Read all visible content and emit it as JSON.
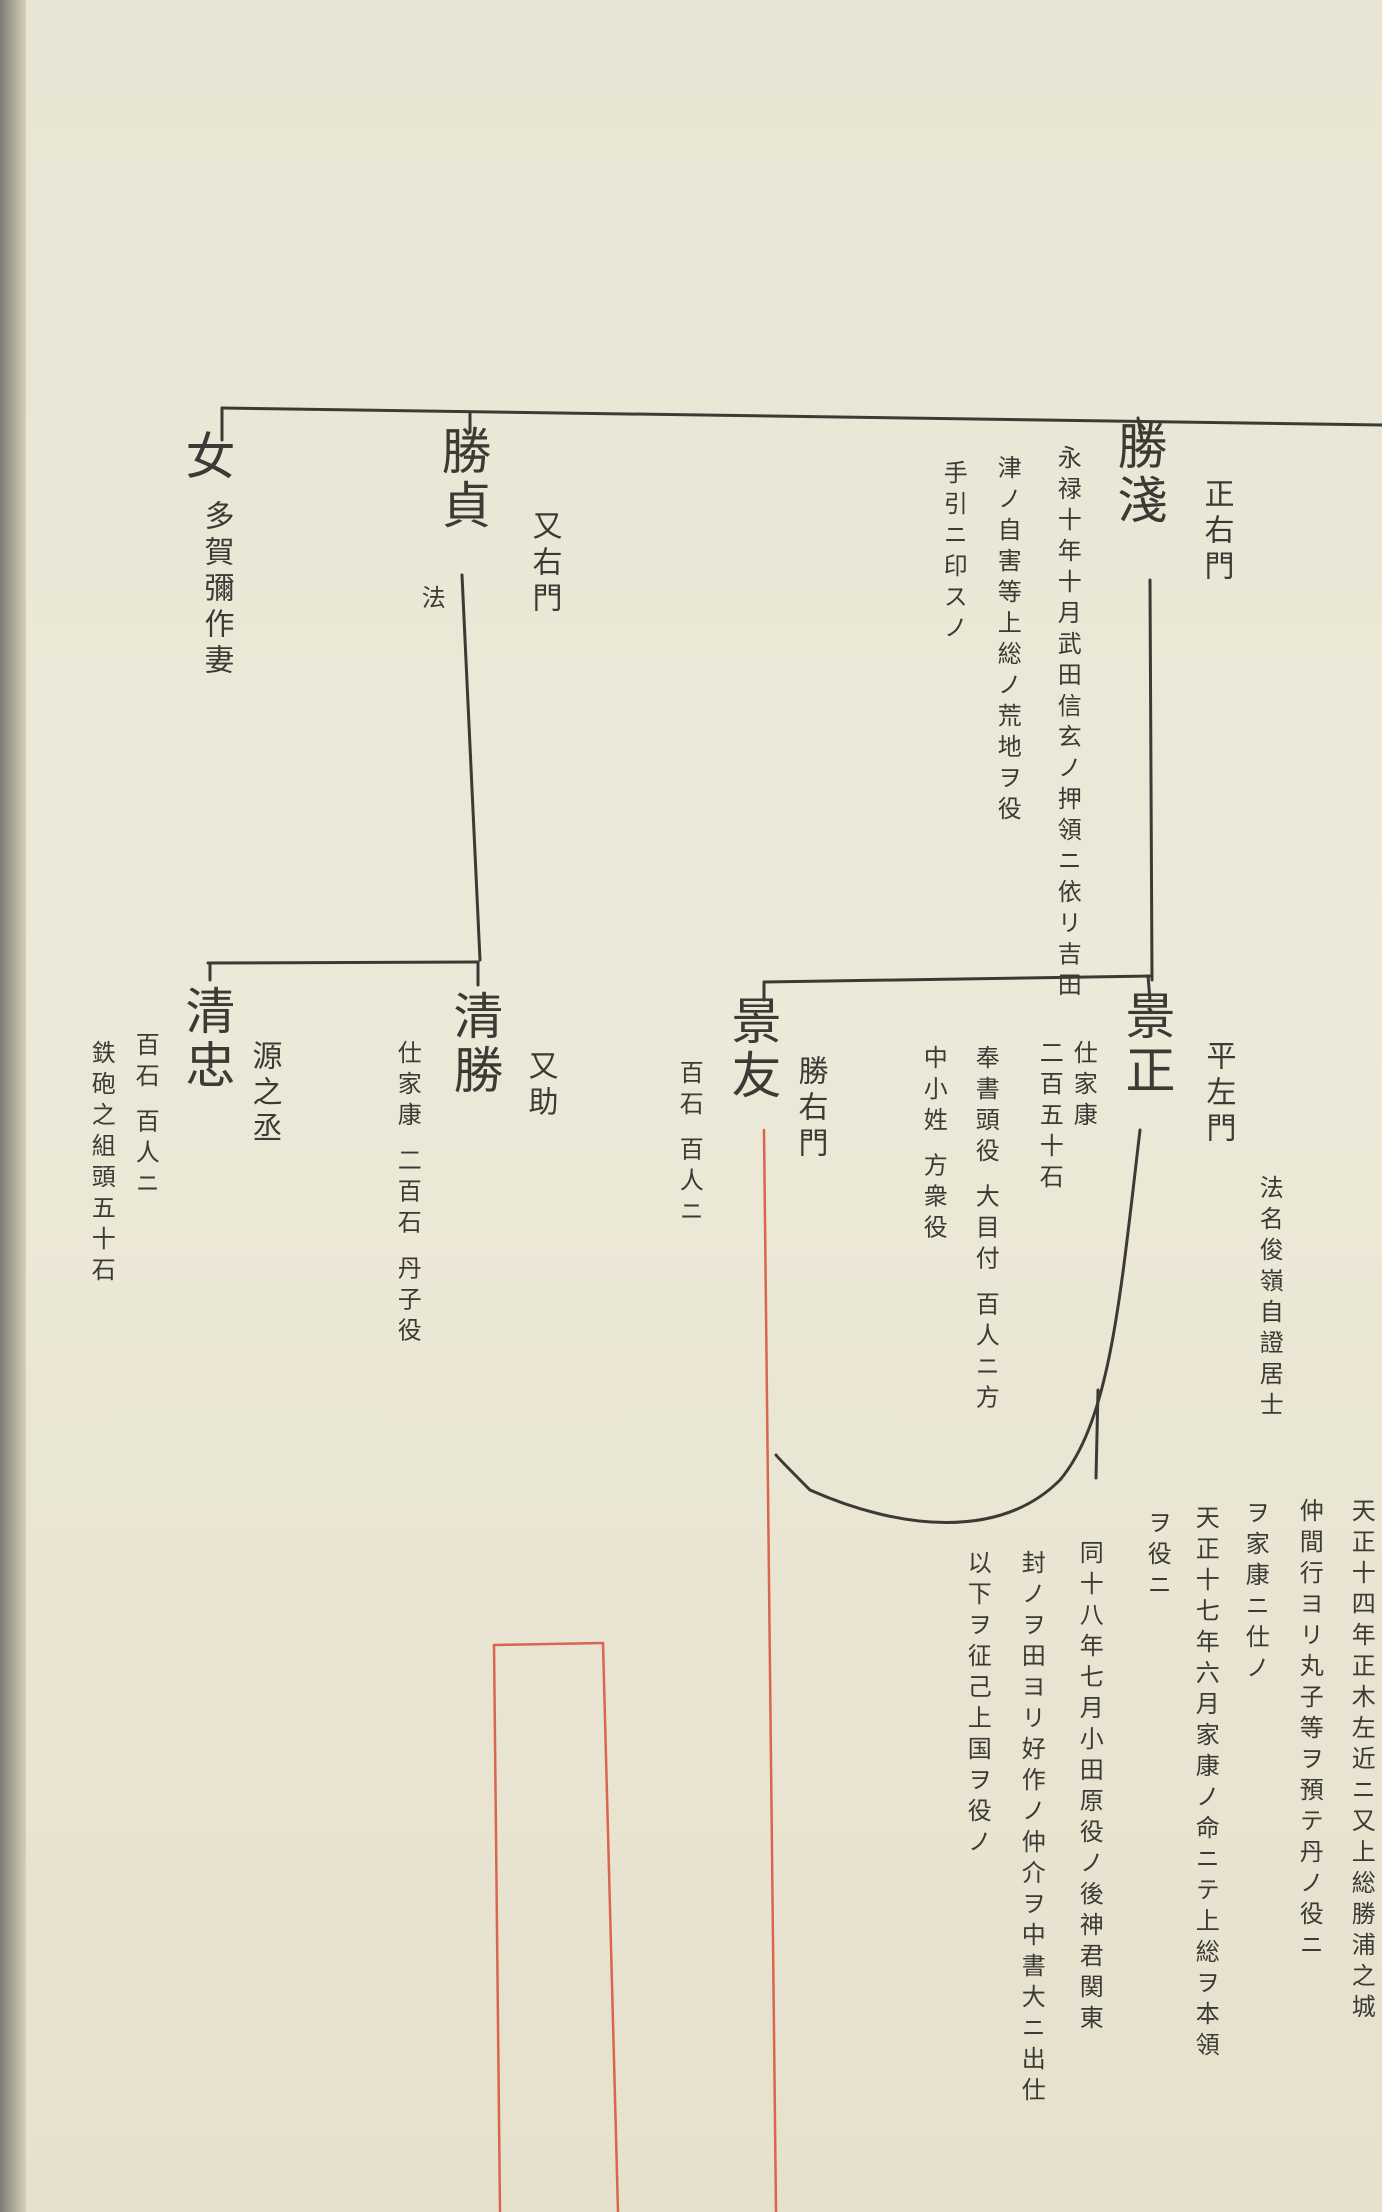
{
  "document": {
    "ink_color": "#3b3a34",
    "red_ink_color": "#d9664f",
    "paper_color": "#ece8d6"
  },
  "names": {
    "daughter": "女",
    "katsusada": "勝貞",
    "katsutoshi": "勝淺",
    "kiyotada": "清忠",
    "kiyokatsu": "清勝",
    "kagetomo": "景友",
    "kagemasa": "景正"
  },
  "notes": {
    "daughter_note": "多賀彌作妻",
    "katsusada_alias": "又右門",
    "katsusada_note": "法",
    "katsutoshi_alias": "正右門",
    "katsutoshi_col1": "永禄十年十月武田信玄ノ押領ニ依リ吉田",
    "katsutoshi_col2": "津ノ自害等上総ノ荒地ヲ役",
    "katsutoshi_col3": "手引ニ印スノ",
    "kiyotada_alias": "源之丞",
    "kiyotada_col1": "百石 百人ニ",
    "kiyotada_col2": "鉄砲之組頭五十石",
    "kiyokatsu_alias": "又助",
    "kiyokatsu_col1": "仕家康 二百石 丹子役",
    "kagetomo_alias": "勝右門",
    "kagetomo_col1": "百石 百人ニ",
    "kagemasa_alias": "平左門",
    "kagemasa_col1": "仕家康",
    "kagemasa_col2": "二百五十石",
    "kagemasa_col3": "奉書頭役 大目付 百人ニ方",
    "kagemasa_col4": "中小姓 方衆役",
    "kagemasa_side": "法名俊嶺自證居士",
    "bottom_col1": "天正十四年正木左近ニ又上総勝浦之城",
    "bottom_col2": "仲間行ヨリ丸子等ヲ預テ丹ノ役ニ",
    "bottom_col3": "ヲ家康ニ仕ノ",
    "bottom_col4": "天正十七年六月家康ノ命ニテ上総ヲ本領",
    "bottom_col5": "ヲ役ニ",
    "bottom_col6": "同十八年七月小田原役ノ後神君関東",
    "bottom_col7": "封ノヲ田ヨリ好作ノ仲介ヲ中書大ニ出仕",
    "bottom_col8": "以下ヲ征己上国ヲ役ノ"
  }
}
